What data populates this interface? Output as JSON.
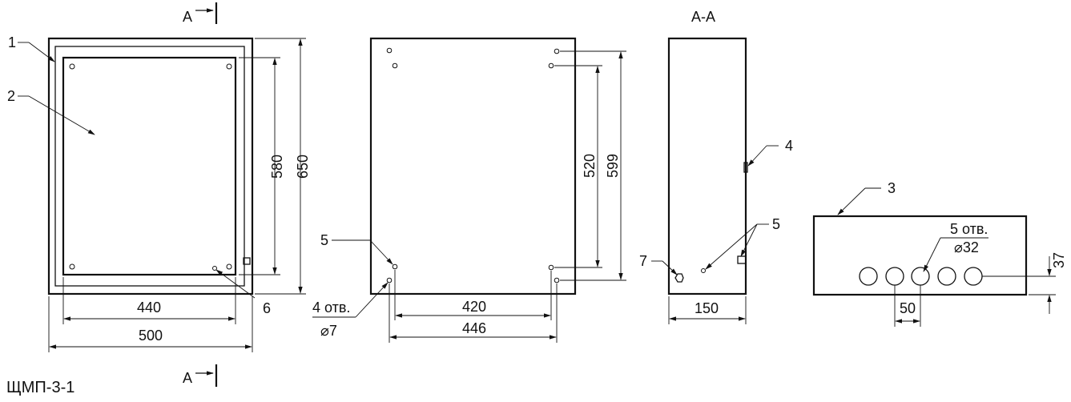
{
  "title": "ЩМП-3-1",
  "section_marker": "A",
  "section_title": "А-А",
  "callouts": {
    "c1": "1",
    "c2": "2",
    "c3": "3",
    "c4": "4",
    "c5a": "5",
    "c5b": "5",
    "c6": "6",
    "c7": "7"
  },
  "front_view": {
    "width_outer": "500",
    "width_inner": "440",
    "height_outer": "650",
    "height_inner": "580"
  },
  "back_view": {
    "holes_label": "4 отв.",
    "holes_diameter": "⌀7",
    "width_a": "420",
    "width_b": "446",
    "height_a": "520",
    "height_b": "599"
  },
  "side_view": {
    "depth": "150"
  },
  "bottom_view": {
    "holes_label": "5 отв.",
    "holes_diameter": "⌀32",
    "pitch": "50",
    "offset": "37"
  }
}
